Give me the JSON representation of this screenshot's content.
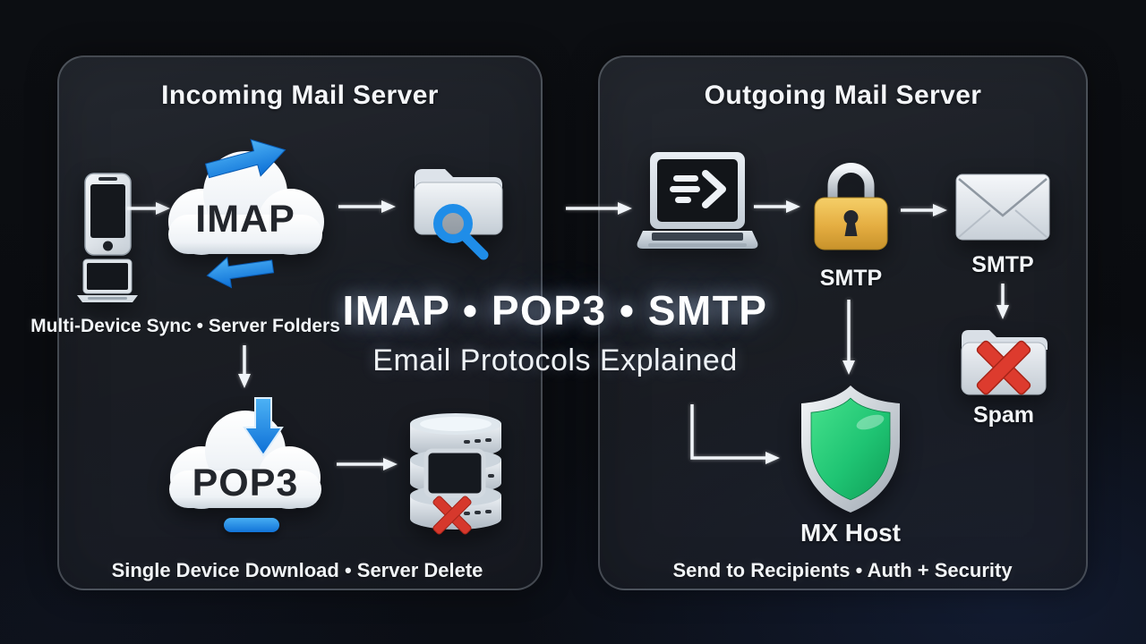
{
  "center": {
    "title": "IMAP • POP3 • SMTP",
    "subtitle": "Email Protocols Explained"
  },
  "incoming": {
    "title": "Incoming Mail Server",
    "cloud_imap": "IMAP",
    "cloud_pop3": "POP3",
    "caption_sync": "Multi-Device Sync • Server Folders",
    "caption_download": "Single Device Download • Server Delete"
  },
  "outgoing": {
    "title": "Outgoing Mail Server",
    "lock_label": "SMTP",
    "envelope_label": "SMTP",
    "spam_label": "Spam",
    "shield_label": "MX Host",
    "caption": "Send to Recipients • Auth + Security"
  },
  "icons": {
    "incoming": [
      "smartphone-icon",
      "laptop-icon",
      "imap-cloud-icon",
      "sync-upload-arrow-icon",
      "sync-download-arrow-icon",
      "search-folder-icon",
      "pop3-cloud-icon",
      "pop3-download-arrow-icon",
      "database-server-icon",
      "delete-x-icon"
    ],
    "outgoing": [
      "send-laptop-icon",
      "padlock-icon",
      "envelope-icon",
      "spam-folder-icon",
      "delete-x-icon",
      "shield-icon"
    ]
  },
  "colors": {
    "accent_blue": "#1f8de8",
    "lock_gold": "#e0a93e",
    "shield_green": "#1dbd6e",
    "error_red": "#d93a2f",
    "cloud_white": "#f4f7f9",
    "panel_bg": "#2a2f37",
    "background": "#0a0c10"
  }
}
